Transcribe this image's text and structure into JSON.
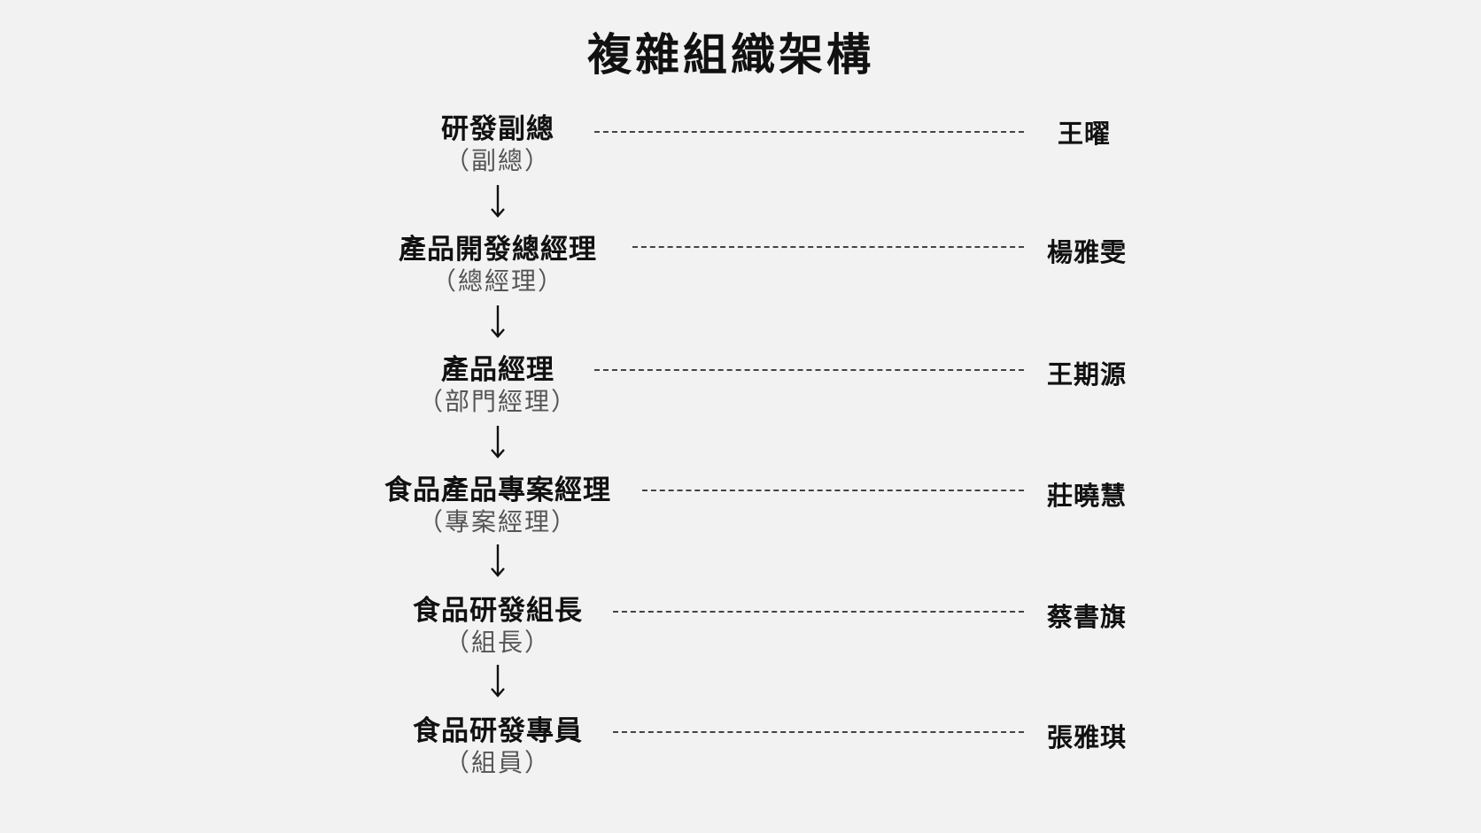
{
  "title": "複雜組織架構",
  "roles": [
    {
      "title": "研發副總",
      "subtitle": "（副總）",
      "person": "王曜"
    },
    {
      "title": "產品開發總經理",
      "subtitle": "（總經理）",
      "person": "楊雅雯"
    },
    {
      "title": "產品經理",
      "subtitle": "（部門經理）",
      "person": "王期源"
    },
    {
      "title": "食品產品專案經理",
      "subtitle": "（專案經理）",
      "person": "莊曉慧"
    },
    {
      "title": "食品研發組長",
      "subtitle": "（組長）",
      "person": "蔡書旗"
    },
    {
      "title": "食品研發專員",
      "subtitle": "（組員）",
      "person": "張雅琪"
    }
  ]
}
